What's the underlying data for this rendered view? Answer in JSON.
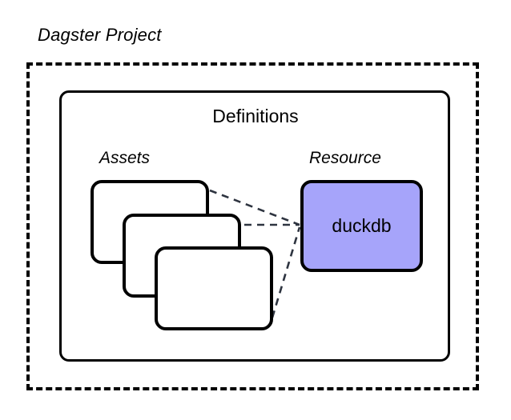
{
  "diagram": {
    "background_color": "#ffffff",
    "project": {
      "title": "Dagster Project",
      "border_style": "dashed",
      "border_color": "#000000"
    },
    "definitions": {
      "title": "Definitions",
      "border_style": "solid",
      "border_color": "#000000"
    },
    "assets": {
      "label": "Assets",
      "card_count": 3,
      "card_fill": "#ffffff",
      "card_border_color": "#000000"
    },
    "resource": {
      "label": "Resource",
      "name": "duckdb",
      "fill_color": "#a6a4fa",
      "border_color": "#000000"
    },
    "connectors": {
      "style": "dashed",
      "color": "#2e3440",
      "count": 3,
      "description": "Each asset card connects to the duckdb resource"
    }
  }
}
